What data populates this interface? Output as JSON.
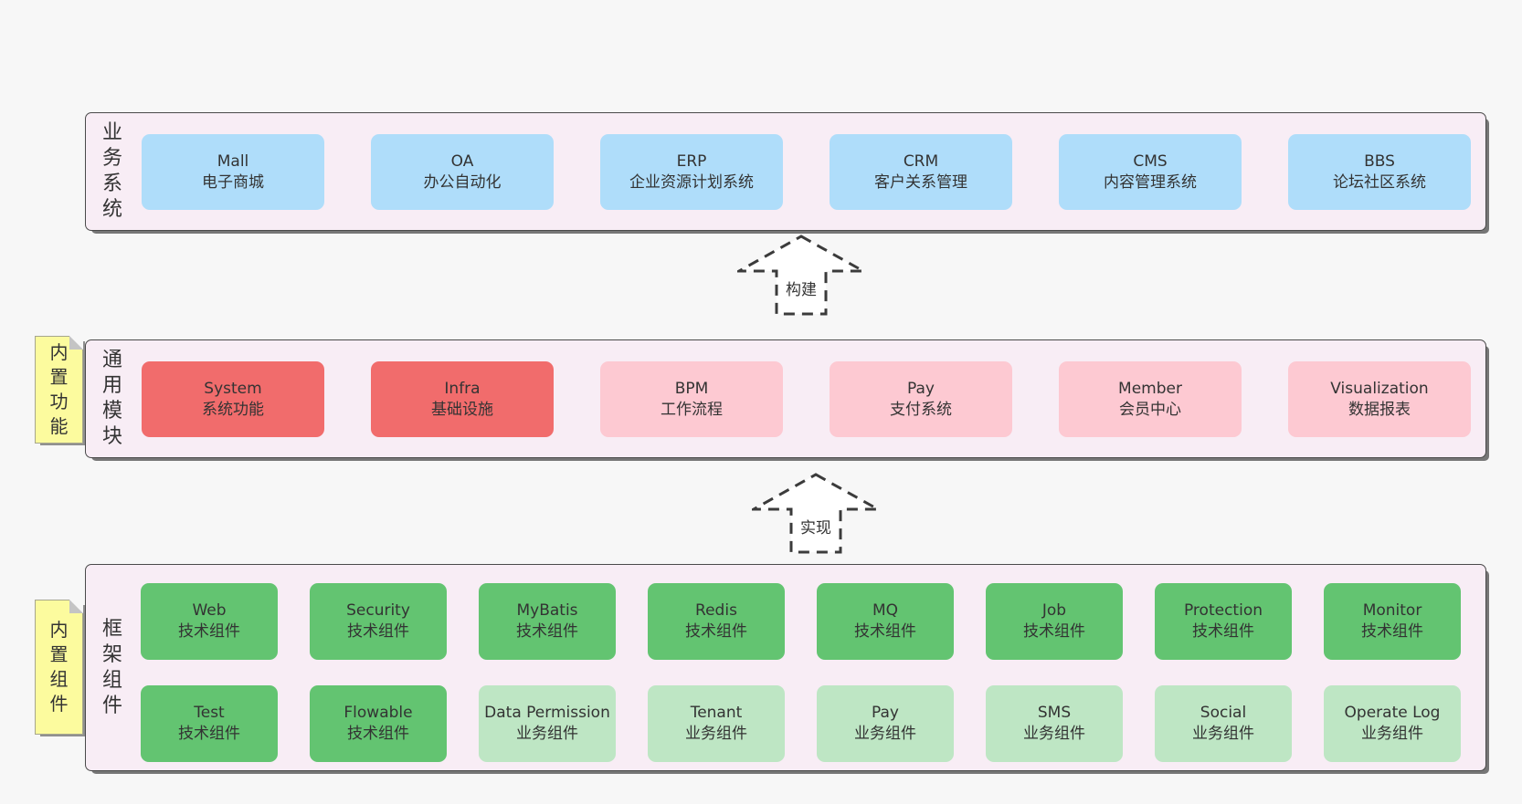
{
  "colors": {
    "page-bg": "#f7f7f7",
    "band-bg": "#f8edf5",
    "band-border": "#4a4a4a",
    "box-blue": "#afddfa",
    "box-red": "#f16c6c",
    "box-pink": "#fdc9d2",
    "box-green": "#63c471",
    "box-green-light": "#bee6c4",
    "note-bg": "#fcfb9e",
    "note-fold": "#c4c4c4",
    "arrow-fill": "#ffffff",
    "arrow-stroke": "#3b3b3b",
    "text": "#333333"
  },
  "bands": {
    "business": {
      "title": "业务系统",
      "items": [
        {
          "en": "Mall",
          "zh": "电子商城",
          "variant": "blue"
        },
        {
          "en": "OA",
          "zh": "办公自动化",
          "variant": "blue"
        },
        {
          "en": "ERP",
          "zh": "企业资源计划系统",
          "variant": "blue"
        },
        {
          "en": "CRM",
          "zh": "客户关系管理",
          "variant": "blue"
        },
        {
          "en": "CMS",
          "zh": "内容管理系统",
          "variant": "blue"
        },
        {
          "en": "BBS",
          "zh": "论坛社区系统",
          "variant": "blue"
        }
      ]
    },
    "modules": {
      "title": "通用模块",
      "note": "内置功能",
      "items": [
        {
          "en": "System",
          "zh": "系统功能",
          "variant": "red"
        },
        {
          "en": "Infra",
          "zh": "基础设施",
          "variant": "red"
        },
        {
          "en": "BPM",
          "zh": "工作流程",
          "variant": "pink"
        },
        {
          "en": "Pay",
          "zh": "支付系统",
          "variant": "pink"
        },
        {
          "en": "Member",
          "zh": "会员中心",
          "variant": "pink"
        },
        {
          "en": "Visualization",
          "zh": "数据报表",
          "variant": "pink"
        }
      ]
    },
    "framework": {
      "title": "框架组件",
      "note": "内置组件",
      "row1": [
        {
          "en": "Web",
          "zh": "技术组件",
          "variant": "green"
        },
        {
          "en": "Security",
          "zh": "技术组件",
          "variant": "green"
        },
        {
          "en": "MyBatis",
          "zh": "技术组件",
          "variant": "green"
        },
        {
          "en": "Redis",
          "zh": "技术组件",
          "variant": "green"
        },
        {
          "en": "MQ",
          "zh": "技术组件",
          "variant": "green"
        },
        {
          "en": "Job",
          "zh": "技术组件",
          "variant": "green"
        },
        {
          "en": "Protection",
          "zh": "技术组件",
          "variant": "green"
        },
        {
          "en": "Monitor",
          "zh": "技术组件",
          "variant": "green"
        }
      ],
      "row2": [
        {
          "en": "Test",
          "zh": "技术组件",
          "variant": "green"
        },
        {
          "en": "Flowable",
          "zh": "技术组件",
          "variant": "green"
        },
        {
          "en": "Data Permission",
          "zh": "业务组件",
          "variant": "green-light"
        },
        {
          "en": "Tenant",
          "zh": "业务组件",
          "variant": "green-light"
        },
        {
          "en": "Pay",
          "zh": "业务组件",
          "variant": "green-light"
        },
        {
          "en": "SMS",
          "zh": "业务组件",
          "variant": "green-light"
        },
        {
          "en": "Social",
          "zh": "业务组件",
          "variant": "green-light"
        },
        {
          "en": "Operate Log",
          "zh": "业务组件",
          "variant": "green-light"
        }
      ]
    }
  },
  "arrows": {
    "build": {
      "label": "构建"
    },
    "implement": {
      "label": "实现"
    }
  }
}
